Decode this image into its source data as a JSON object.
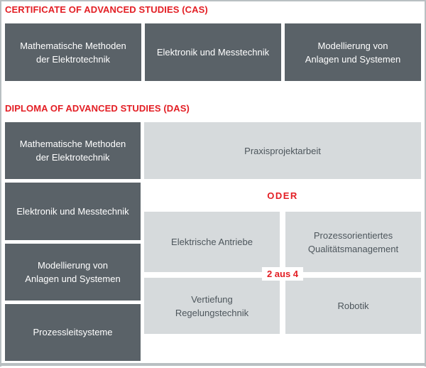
{
  "colors": {
    "accent_red": "#e31e24",
    "dark_box": "#5a6268",
    "light_box": "#d6dadc",
    "frame_border": "#b9bfc2"
  },
  "cas": {
    "title": "CERTIFICATE OF ADVANCED STUDIES (CAS)",
    "modules": [
      "Mathematische Methoden\nder Elektrotechnik",
      "Elektronik und Messtechnik",
      "Modellierung von\nAnlagen und Systemen"
    ]
  },
  "das": {
    "title": "DIPLOMA OF ADVANCED STUDIES (DAS)",
    "core_modules": [
      "Mathematische Methoden\nder Elektrotechnik",
      "Elektronik und Messtechnik",
      "Modellierung von\nAnlagen und Systemen",
      "Prozessleitsysteme"
    ],
    "project_module": "Praxisprojektarbeit",
    "or_label": "ODER",
    "elective_modules": [
      "Elektrische Antriebe",
      "Prozessorientiertes\nQualitätsmanagement",
      "Vertiefung\nRegelungstechnik",
      "Robotik"
    ],
    "choice_badge": "2 aus 4"
  }
}
